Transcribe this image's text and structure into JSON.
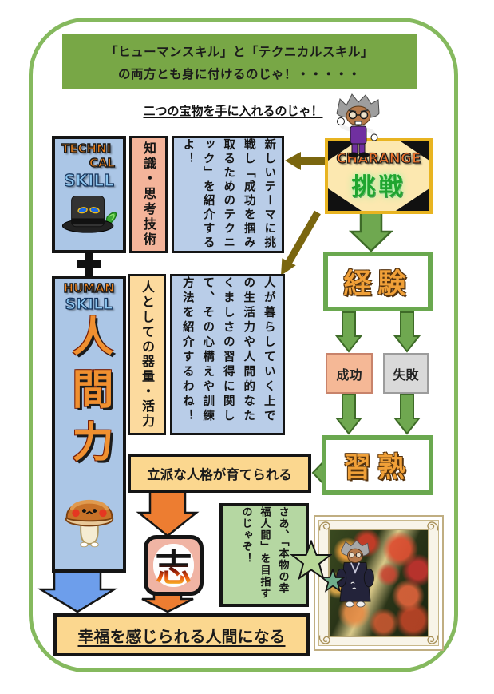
{
  "banner": {
    "line1": "「ヒューマンスキル」と「テクニカルスキル」",
    "line2": "の両方とも身に付けるのじゃ！・・・・・"
  },
  "subtitle": "二つの宝物を手に入れるのじゃ！",
  "challenge": {
    "title_en": "CHARANGE",
    "title_jp": "挑戦"
  },
  "technical": {
    "word1": "TECHNI",
    "word2": "CAL",
    "word3": "SKILL",
    "attribute": "知識・思考技術",
    "speech": "新しいテーマに挑戦し「成功を掴み取るためのテクニック」を紹介するよ！"
  },
  "human": {
    "word1": "HUMAN",
    "word2": "SKILL",
    "power": "人間力",
    "attribute": "人としての器量・活力",
    "speech": "人が暮らしていく上での生活力や人間的なたくましさの習得に関して、その心構えや訓練方法を紹介するわね！"
  },
  "flow": {
    "experience": "経験",
    "success": "成功",
    "failure": "失敗",
    "mastery": "習熟",
    "result": "立派な人格が育てられる",
    "ambition": "志",
    "goal": "幸福を感じられる人間になる"
  },
  "callout": "さあ、「本物の幸福人間」を目指すのじゃぞ！",
  "colors": {
    "banner_green": "#78A746",
    "frame_green": "#85B95E",
    "box_blue": "#ABC6E6",
    "salmon": "#F4B49A",
    "tan": "#FBD78F",
    "callout_green": "#B5D7A2",
    "arrow_green": "#6FA850",
    "arrow_orange": "#ED7D31",
    "arrow_blue": "#6D9EEB",
    "arrow_olive": "#7A660F",
    "challenge_gold": "#E8B421"
  }
}
